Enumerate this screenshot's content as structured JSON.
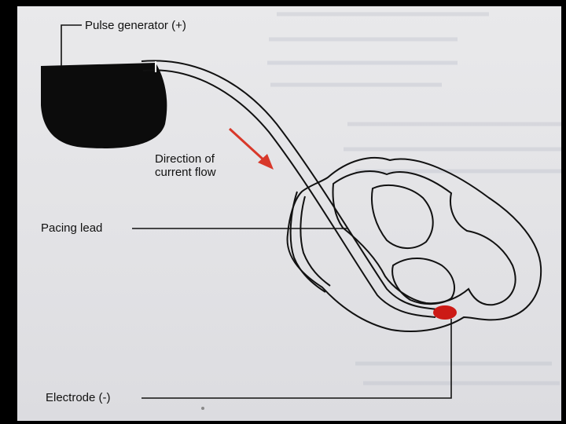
{
  "labels": {
    "pulse_generator": "Pulse generator (+)",
    "direction_line1": "Direction of",
    "direction_line2": "current flow",
    "pacing_lead": "Pacing lead",
    "electrode": "Electrode (-)"
  },
  "colors": {
    "background": "#e4e4e6",
    "ink": "#111111",
    "generator_fill": "#0c0c0c",
    "arrow": "#d8382a",
    "electrode_tip": "#cc1a16",
    "frame": "#000000"
  }
}
